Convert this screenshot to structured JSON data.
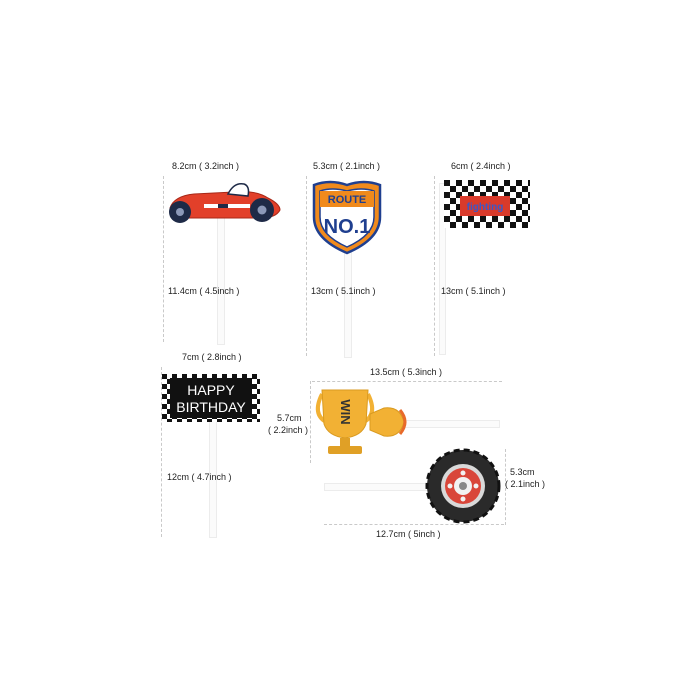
{
  "colors": {
    "car_red": "#e2402a",
    "car_dark": "#1e2a47",
    "route_orange": "#f08a1c",
    "route_blue": "#1f3f8f",
    "flag_red": "#d93a2b",
    "trophy_gold": "#f2b134",
    "tire_black": "#2a2a2a",
    "tire_red": "#d9463a"
  },
  "toppers": [
    {
      "id": "race-car",
      "icon": "race-car-icon",
      "width_label": "8.2cm ( 3.2inch )",
      "height_label": "11.4cm ( 4.5inch )"
    },
    {
      "id": "route-sign",
      "icon": "route-sign-icon",
      "text_top": "ROUTE",
      "text_main": "NO.1",
      "width_label": "5.3cm ( 2.1inch )",
      "height_label": "13cm ( 5.1inch )"
    },
    {
      "id": "checkered-flag",
      "icon": "checkered-flag-icon",
      "text": "fighting",
      "width_label": "6cm ( 2.4inch )",
      "height_label": "13cm ( 5.1inch )"
    },
    {
      "id": "happy-birthday",
      "icon": "birthday-sign-icon",
      "line1": "HAPPY",
      "line2": "BIRTHDAY",
      "width_label": "7cm ( 2.8inch )",
      "height_label": "12cm ( 4.7inch )"
    },
    {
      "id": "trophy",
      "icon": "trophy-icon",
      "text": "WIN",
      "width_label": "13.5cm ( 5.3inch )",
      "height_label_1": "5.7cm",
      "height_label_2": "( 2.2inch )"
    },
    {
      "id": "tire",
      "icon": "tire-icon",
      "width_label": "12.7cm ( 5inch )",
      "height_label_1": "5.3cm",
      "height_label_2": "( 2.1inch )"
    }
  ]
}
